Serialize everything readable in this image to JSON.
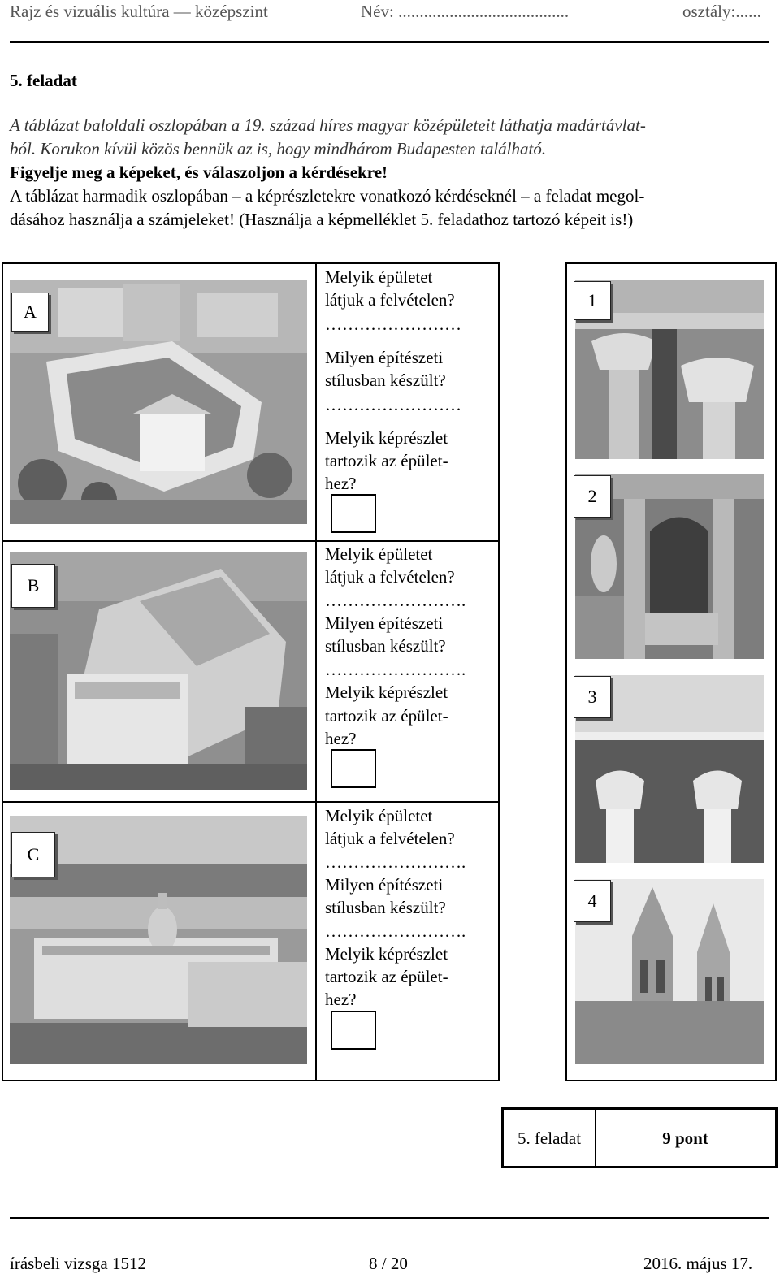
{
  "header": {
    "subject": "Rajz és vizuális kultúra — középszint",
    "name_field": "Név: ........................................",
    "class_field": "osztály:......"
  },
  "task": {
    "title": "5. feladat",
    "intro_italic": [
      "A táblázat baloldali oszlopában a 19. század híres magyar középületeit láthatja madártávlat-",
      "ból. Korukon kívül közös bennük az is, hogy mindhárom Budapesten található."
    ],
    "intro_bold": "Figyelje meg a képeket, és válaszoljon a kérdésekre!",
    "instructions": [
      "A táblázat harmadik oszlopában – a képrészletekre vonatkozó kérdéseknél – a feladat megol-",
      "dásához használja a számjeleket! (Használja a képmelléklet 5. feladathoz tartozó képeit is!)"
    ]
  },
  "rows": [
    {
      "letter": "A",
      "q1": [
        "Melyik épületet",
        "látjuk a felvételen?"
      ],
      "blank1": "……………………",
      "q2": [
        "Milyen építészeti",
        "stílusban készült?"
      ],
      "blank2": "……………………",
      "q3": [
        "Melyik képrészlet",
        "tartozik az épület-",
        "hez?"
      ]
    },
    {
      "letter": "B",
      "q1": [
        "Melyik épületet",
        "látjuk a felvételen?"
      ],
      "blank1": "…………………….",
      "q2": [
        "Milyen építészeti",
        "stílusban készült?"
      ],
      "blank2": "…………………….",
      "q3": [
        "Melyik képrészlet",
        "tartozik az épület-",
        "hez?"
      ]
    },
    {
      "letter": "C",
      "q1": [
        "Melyik épületet",
        "látjuk a felvételen?"
      ],
      "blank1": "…………………….",
      "q2": [
        "Milyen építészeti",
        "stílusban készült?"
      ],
      "blank2": "…………………….",
      "q3": [
        "Melyik képrészlet",
        "tartozik az épület-",
        "hez?"
      ]
    }
  ],
  "details": [
    "1",
    "2",
    "3",
    "4"
  ],
  "score": {
    "label": "5. feladat",
    "points": "9 pont"
  },
  "footer": {
    "left": "írásbeli vizsga 1512",
    "center": "8 / 20",
    "right": "2016. május 17."
  }
}
